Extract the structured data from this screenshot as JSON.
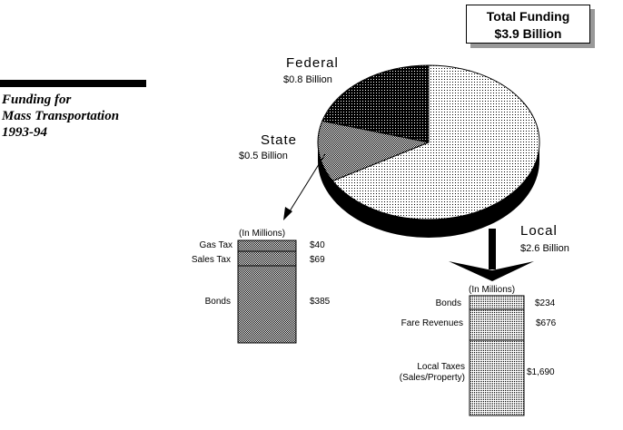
{
  "total": {
    "line1": "Total Funding",
    "line2": "$3.9 Billion"
  },
  "side_title": [
    "Funding for",
    "Mass Transportation",
    "1993-94"
  ],
  "chart_data": [
    {
      "type": "pie",
      "title": "Total Funding $3.9 Billion",
      "unit": "Billion",
      "slices": [
        {
          "name": "Federal",
          "value": 0.8,
          "label": "$0.8 Billion"
        },
        {
          "name": "State",
          "value": 0.5,
          "label": "$0.5 Billion"
        },
        {
          "name": "Local",
          "value": 2.6,
          "label": "$2.6 Billion"
        }
      ]
    },
    {
      "type": "bar",
      "stacked": true,
      "title": "State",
      "unit_label": "(In Millions)",
      "segments": [
        {
          "name": "Gas Tax",
          "value": 40,
          "label": "$40"
        },
        {
          "name": "Sales Tax",
          "value": 69,
          "label": "$69"
        },
        {
          "name": "Bonds",
          "value": 385,
          "label": "$385"
        }
      ]
    },
    {
      "type": "bar",
      "stacked": true,
      "title": "Local",
      "unit_label": "(In Millions)",
      "segments": [
        {
          "name": "Bonds",
          "value": 234,
          "label": "$234"
        },
        {
          "name": "Fare Revenues",
          "value": 676,
          "label": "$676"
        },
        {
          "name": "Local Taxes (Sales/Property)",
          "value": 1690,
          "label": "$1,690",
          "label_lines": [
            "Local Taxes",
            "(Sales/Property)"
          ]
        }
      ]
    }
  ]
}
